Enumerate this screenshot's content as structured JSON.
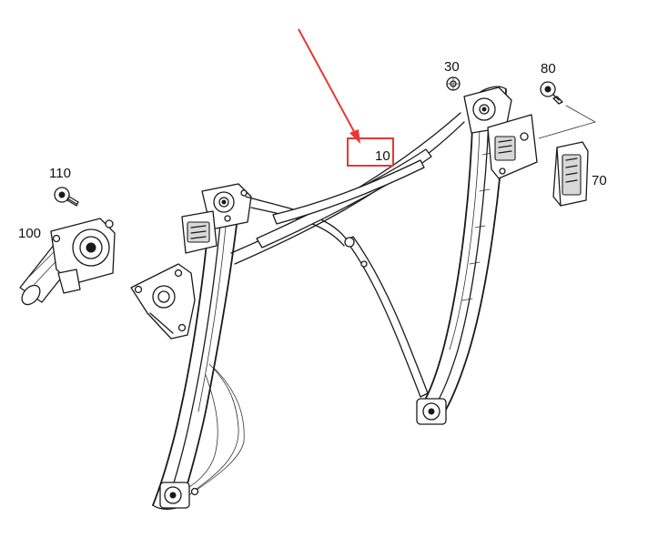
{
  "callouts": {
    "c10": "10",
    "c30": "30",
    "c70": "70",
    "c80": "80",
    "c100": "100",
    "c110": "110"
  },
  "colors": {
    "highlight": "#e53935",
    "line": "#1a1a1a",
    "background": "#ffffff"
  },
  "highlighted_part": "10"
}
